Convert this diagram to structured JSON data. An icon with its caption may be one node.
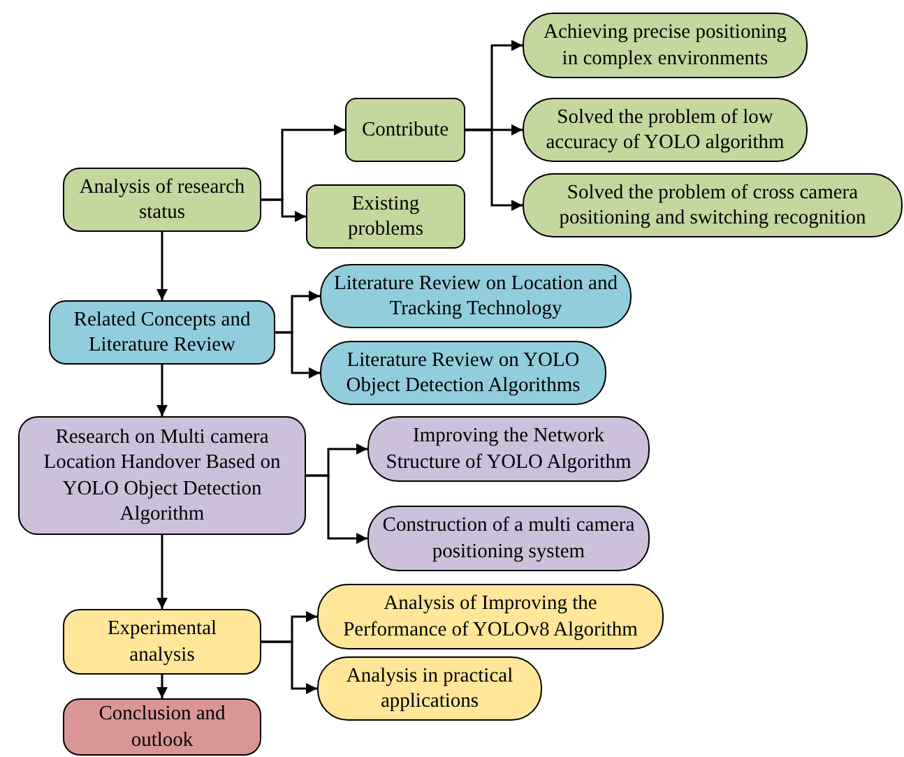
{
  "diagram": {
    "nodes": [
      {
        "text": [
          "Analysis of research status"
        ]
      },
      {
        "text": [
          "Contribute"
        ]
      },
      {
        "text": [
          "Existing problems"
        ]
      },
      {
        "text": [
          "Achieving precise positioning in complex environments"
        ]
      },
      {
        "text": [
          "Solved the problem of low accuracy of YOLO algorithm"
        ]
      },
      {
        "text": [
          "Solved the problem of cross camera positioning and switching recognition"
        ]
      },
      {
        "text": [
          "Related Concepts and Literature Review"
        ]
      },
      {
        "text": [
          "Literature Review on Location and Tracking Technology"
        ]
      },
      {
        "text": [
          "Literature Review on YOLO Object Detection Algorithms"
        ]
      },
      {
        "text": [
          "Research on Multi camera Location Handover Based on YOLO Object Detection Algorithm"
        ]
      },
      {
        "text": [
          "Improving the Network Structure of YOLO Algorithm"
        ]
      },
      {
        "text": [
          "Construction of a multi camera positioning system"
        ]
      },
      {
        "text": [
          "Experimental analysis"
        ]
      },
      {
        "text": [
          "Analysis of Improving the Performance of YOLOv8 Algorithm"
        ]
      },
      {
        "text": [
          "Analysis in practical applications"
        ]
      },
      {
        "text": [
          "Conclusion and outlook"
        ]
      }
    ],
    "edges": [
      {
        "from": 0,
        "to": 1,
        "arrow": "to"
      },
      {
        "from": 0,
        "to": 2,
        "arrow": "to"
      },
      {
        "from": 1,
        "to": 3,
        "arrow": "to"
      },
      {
        "from": 1,
        "to": 4,
        "arrow": "to"
      },
      {
        "from": 1,
        "to": 5,
        "arrow": "to"
      },
      {
        "from": 0,
        "to": 6,
        "arrow": "to"
      },
      {
        "from": 6,
        "to": 7,
        "arrow": "to"
      },
      {
        "from": 6,
        "to": 8,
        "arrow": "to"
      },
      {
        "from": 6,
        "to": 9,
        "arrow": "to"
      },
      {
        "from": 9,
        "to": 10,
        "arrow": "to"
      },
      {
        "from": 9,
        "to": 11,
        "arrow": "to"
      },
      {
        "from": 9,
        "to": 12,
        "arrow": "to"
      },
      {
        "from": 12,
        "to": 13,
        "arrow": "to"
      },
      {
        "from": 12,
        "to": 14,
        "arrow": "to"
      },
      {
        "from": 12,
        "to": 15,
        "arrow": "to"
      }
    ]
  }
}
